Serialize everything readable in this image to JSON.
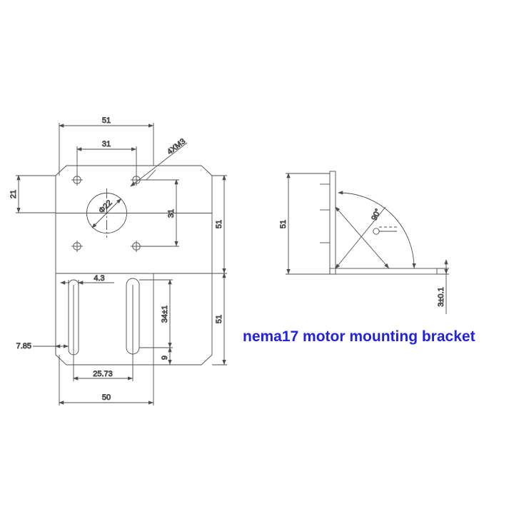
{
  "drawing": {
    "title_caption": "nema17 motor mounting bracket",
    "caption_color": "#2222e0",
    "line_color": "#4d4d4d",
    "background": "#ffffff",
    "views": {
      "front": {
        "name": "front-view",
        "dimensions": {
          "top_overall_width": "51",
          "bolt_spacing_horizontal": "31",
          "bolt_spacing_vertical": "31",
          "center_bore": "Φ22",
          "tapped_holes_note": "4XM3",
          "left_edge_to_bolt": "21",
          "upper_plate_height": "51",
          "lower_plate_height": "51",
          "slot_width": "4.3",
          "slot_length": "34±1",
          "slot_left_offset": "7.85",
          "slot_pitch": "25.73",
          "bottom_offset": "9",
          "bottom_overall_width": "50"
        }
      },
      "side": {
        "name": "side-view",
        "dimensions": {
          "flange_height": "51",
          "angle": "90°",
          "material_thickness": "3±0.1"
        }
      }
    }
  }
}
